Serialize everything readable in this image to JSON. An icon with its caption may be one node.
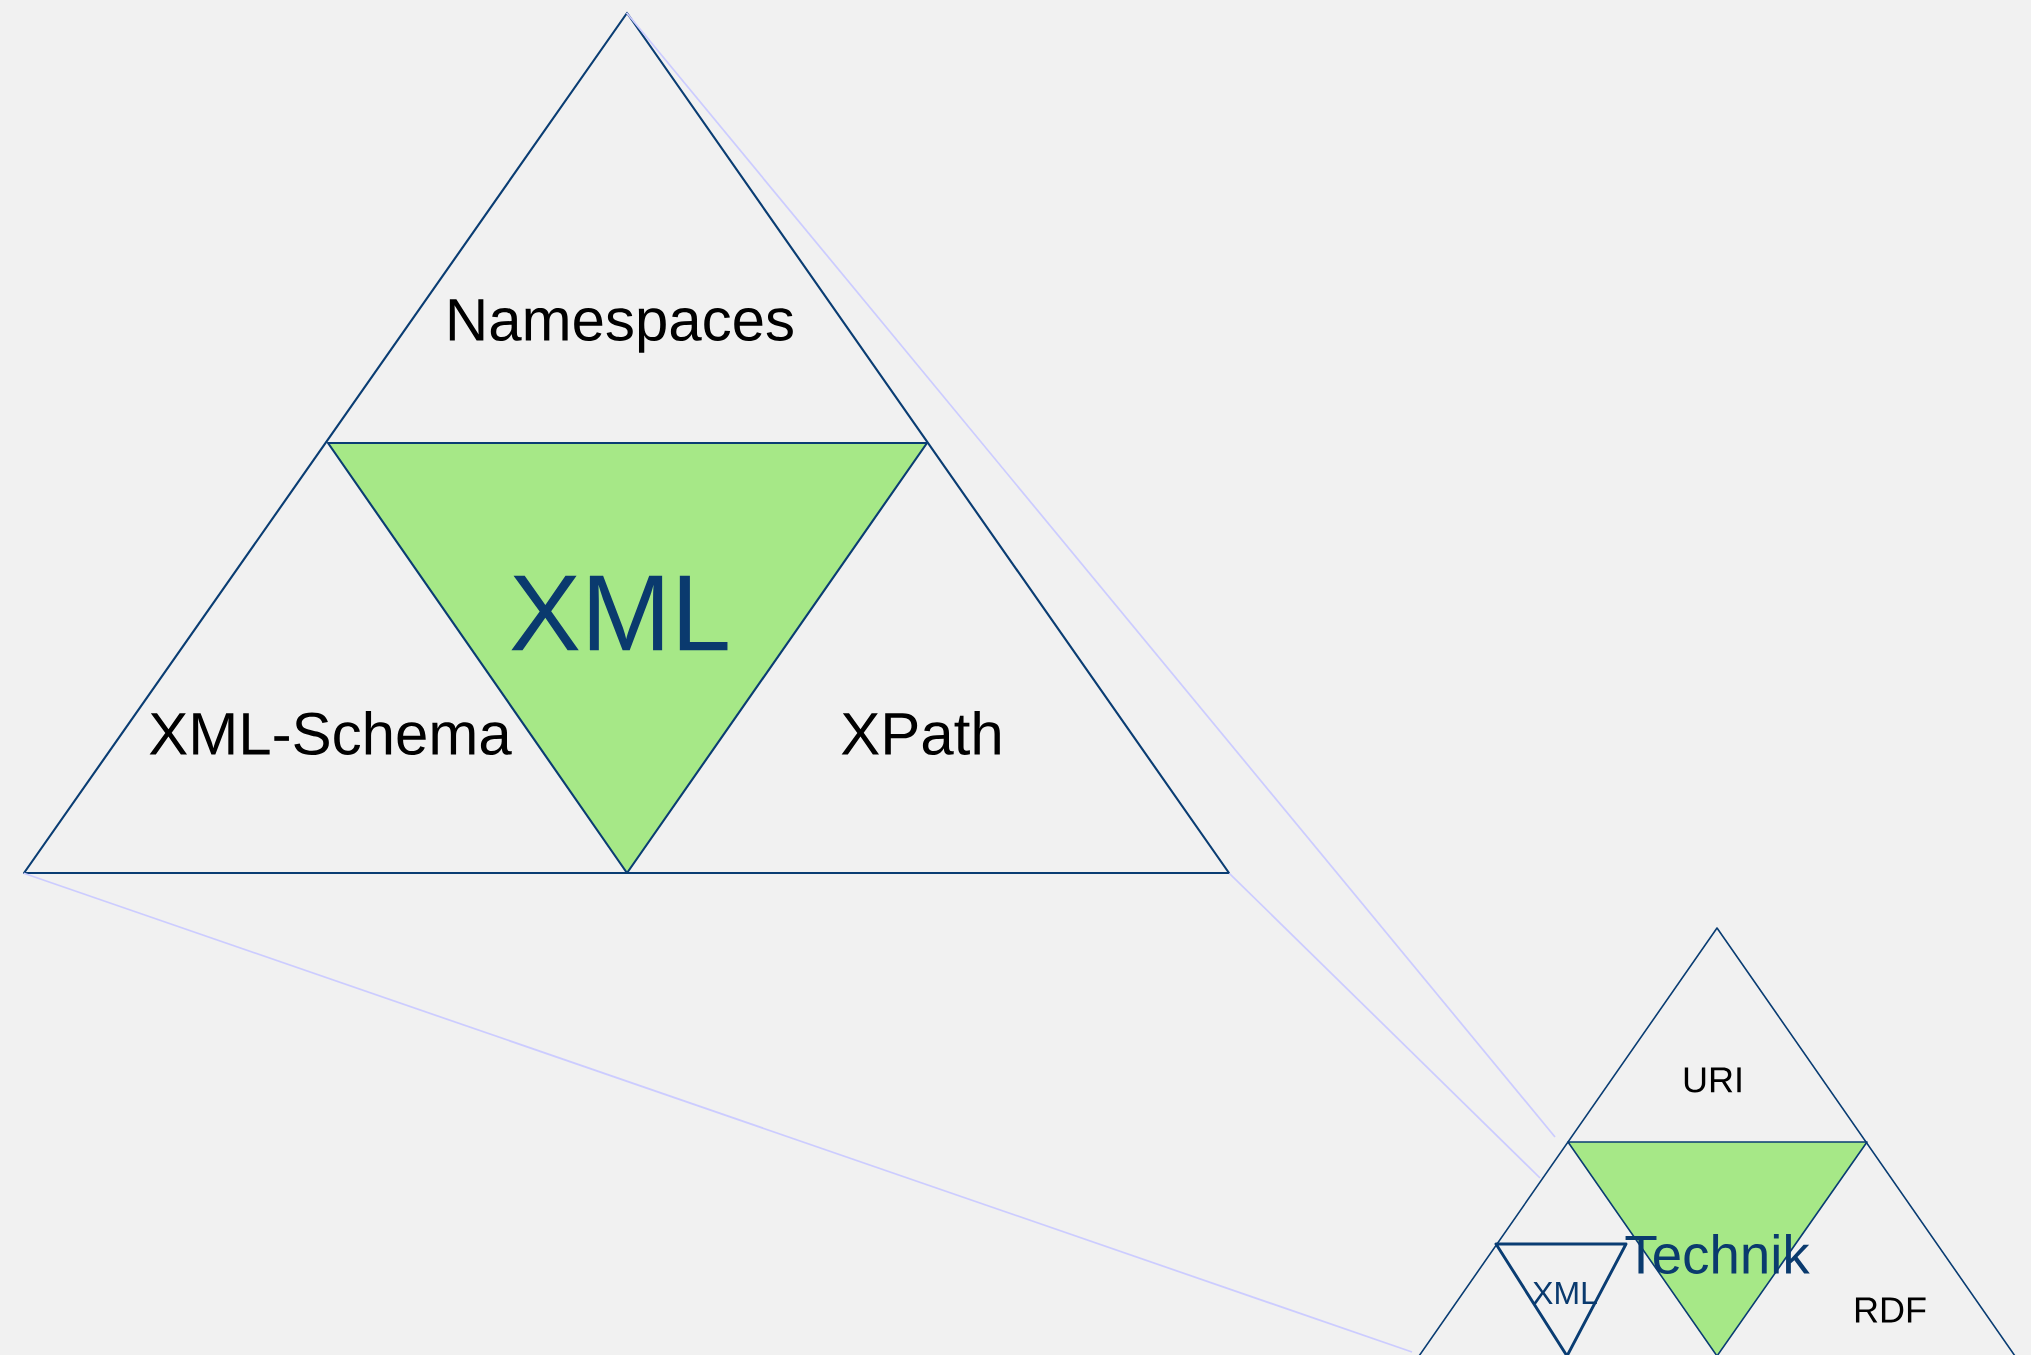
{
  "diagram": {
    "nodes": [
      {
        "text": [
          "Namespaces",
          "XML-Schema",
          "XPath"
        ]
      },
      {
        "text": [
          "XML"
        ],
        "in": 0
      },
      {
        "text": [
          "URI",
          "RDF"
        ]
      },
      {
        "text": [
          "Technik"
        ],
        "in": 2
      },
      {
        "text": [
          "XML"
        ],
        "in": 2
      }
    ],
    "edges": [
      {
        "from": 0,
        "to": 2,
        "arrow": "none",
        "color": "#ccccff"
      },
      {
        "from": 0,
        "to": 2,
        "arrow": "none",
        "color": "#ccccff"
      },
      {
        "from": 0,
        "to": 2,
        "arrow": "none",
        "color": "#ccccff"
      }
    ]
  }
}
